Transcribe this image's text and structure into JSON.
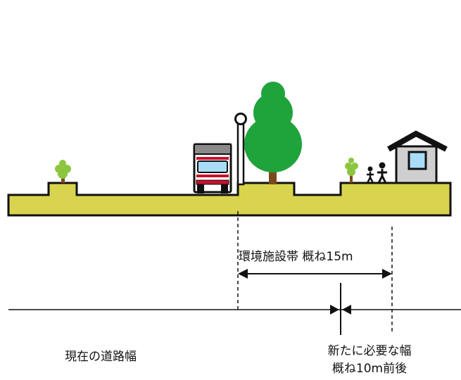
{
  "labels": {
    "environment_zone": "環境施設帯  概ね15m",
    "current_width": "現在の道路幅",
    "new_width_line1": "新たに必要な幅",
    "new_width_line2": "概ね10m前後"
  },
  "colors": {
    "ground": "#d9d44d",
    "outline": "#111111",
    "tree_green": "#1fa33b",
    "sapling_green": "#8cc63f",
    "trunk": "#7a4a1e",
    "truck_red": "#c8102e",
    "house_wall": "#cfcfcf",
    "house_window": "#a9dcf7"
  },
  "icons": [
    "sapling-icon",
    "truck-icon",
    "street-lamp-icon",
    "tree-icon",
    "pedestrians-icon",
    "house-icon"
  ]
}
